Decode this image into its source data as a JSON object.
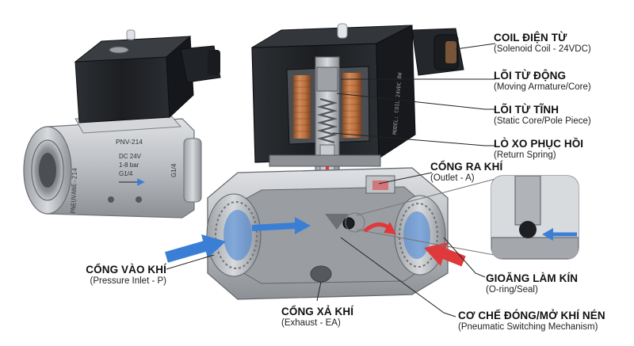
{
  "callouts": {
    "coil": {
      "title": "COIL ĐIỆN TỪ",
      "sub": "(Solenoid Coil - 24VDC)"
    },
    "armature": {
      "title": "LÕI TỪ ĐỘNG",
      "sub": "(Moving Armature/Core)"
    },
    "static_core": {
      "title": "LÕI TỪ TĨNH",
      "sub": "(Static Core/Pole Piece)"
    },
    "spring": {
      "title": "LÒ XO PHỤC HỒI",
      "sub": "(Return Spring)"
    },
    "outlet": {
      "title": "CỔNG RA KHÍ",
      "sub": "(Outlet - A)"
    },
    "inlet": {
      "title": "CỔNG VÀO KHÍ",
      "sub": "(Pressure Inlet - P)"
    },
    "exhaust": {
      "title": "CỔNG XẢ KHÍ",
      "sub": "(Exhaust - EA)"
    },
    "seal": {
      "title": "GIOĂNG LÀM KÍN",
      "sub": "(O-ring/Seal)"
    },
    "mechanism": {
      "title": "CƠ CHẾ ĐÓNG/MỞ KHÍ NÉN",
      "sub": "(Pneumatic Switching Mechanism)"
    }
  },
  "valve_markings": {
    "brand": "PNEUVANE-214",
    "model": "PNV-214",
    "spec_voltage": "DC 24V",
    "spec_pressure": "1-8 bar",
    "spec_port": "G1/4",
    "port_side": "G1/4",
    "coil_text": "MODEL: COIL 24VDC 8W"
  },
  "colors": {
    "inlet_flow": "#3a7fd5",
    "outlet_flow": "#e0393b",
    "coil_body": "#1f2124",
    "copper": "#b86a3a",
    "metal": "#b9bcc0",
    "metal_dark": "#7d8186"
  }
}
